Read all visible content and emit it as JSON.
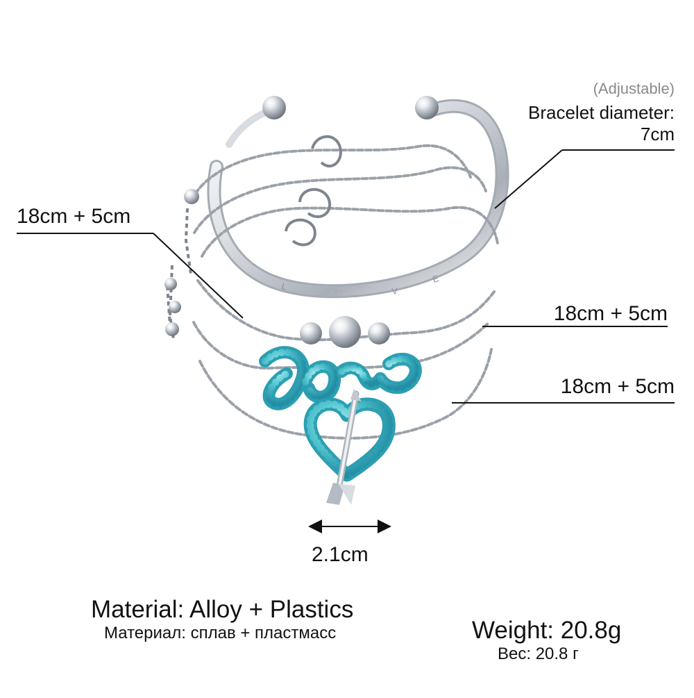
{
  "labels": {
    "adjustable": "(Adjustable)",
    "bracelet_diameter_label": "Bracelet diameter:",
    "bracelet_diameter_value": "7cm",
    "chain_length_1": "18cm + 5cm",
    "chain_length_2": "18cm + 5cm",
    "chain_length_3": "18cm + 5cm",
    "pendant_width": "2.1cm",
    "material_en": "Material: Alloy + Plastics",
    "material_ru": "Материал: сплав + пластмасс",
    "weight_en": "Weight: 20.8g",
    "weight_ru": "Вес: 20.8 г"
  },
  "product": {
    "pendant_text": "love",
    "cuff_engraving": [
      "L",
      "O",
      "V",
      "E"
    ]
  },
  "colors": {
    "silver": "#c9cdd2",
    "silver_dark": "#8f959c",
    "silver_light": "#f3f5f7",
    "turquoise": "#4ec7d1",
    "turquoise_dark": "#2b9fb2",
    "text": "#111111",
    "muted_text": "#8a8a8a",
    "line": "#111111"
  }
}
